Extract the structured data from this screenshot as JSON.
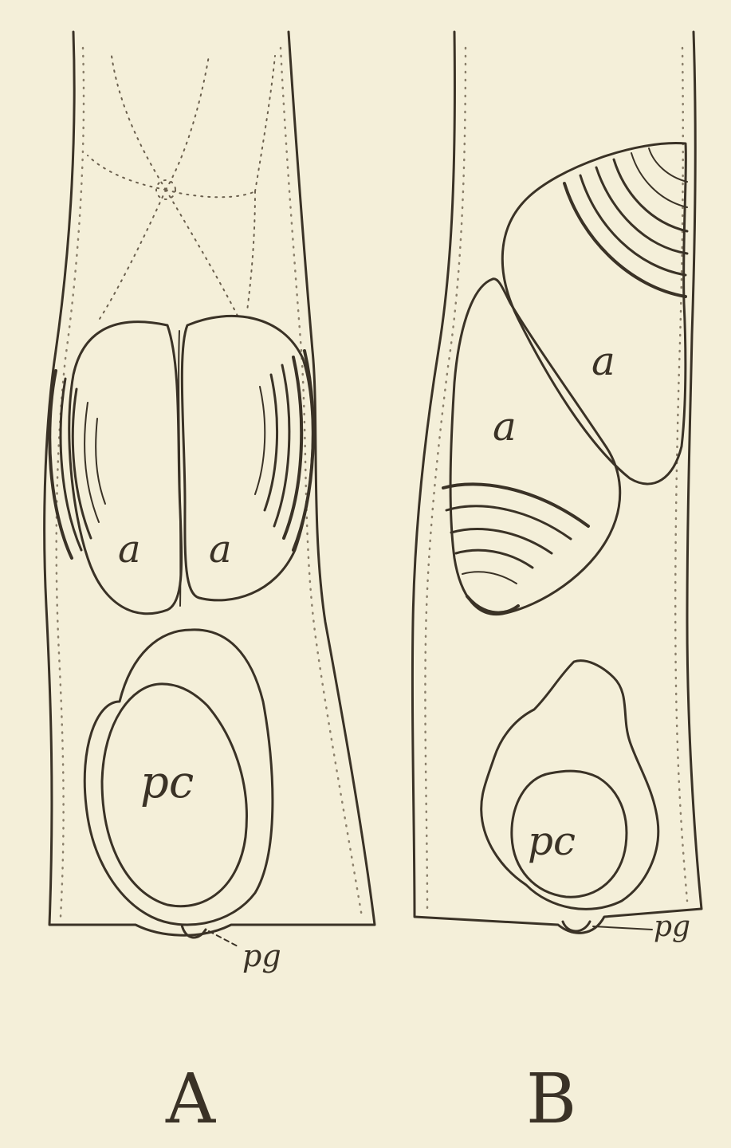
{
  "figures": [
    {
      "panel_label": "A",
      "labels": {
        "a_left": "a",
        "a_right": "a",
        "pc": "pc",
        "pg": "pg"
      }
    },
    {
      "panel_label": "B",
      "labels": {
        "a_upper": "a",
        "a_lower": "a",
        "pc": "pc",
        "pg": "pg"
      }
    }
  ],
  "colors": {
    "paper": "#f4efd9",
    "ink": "#3a3226"
  }
}
